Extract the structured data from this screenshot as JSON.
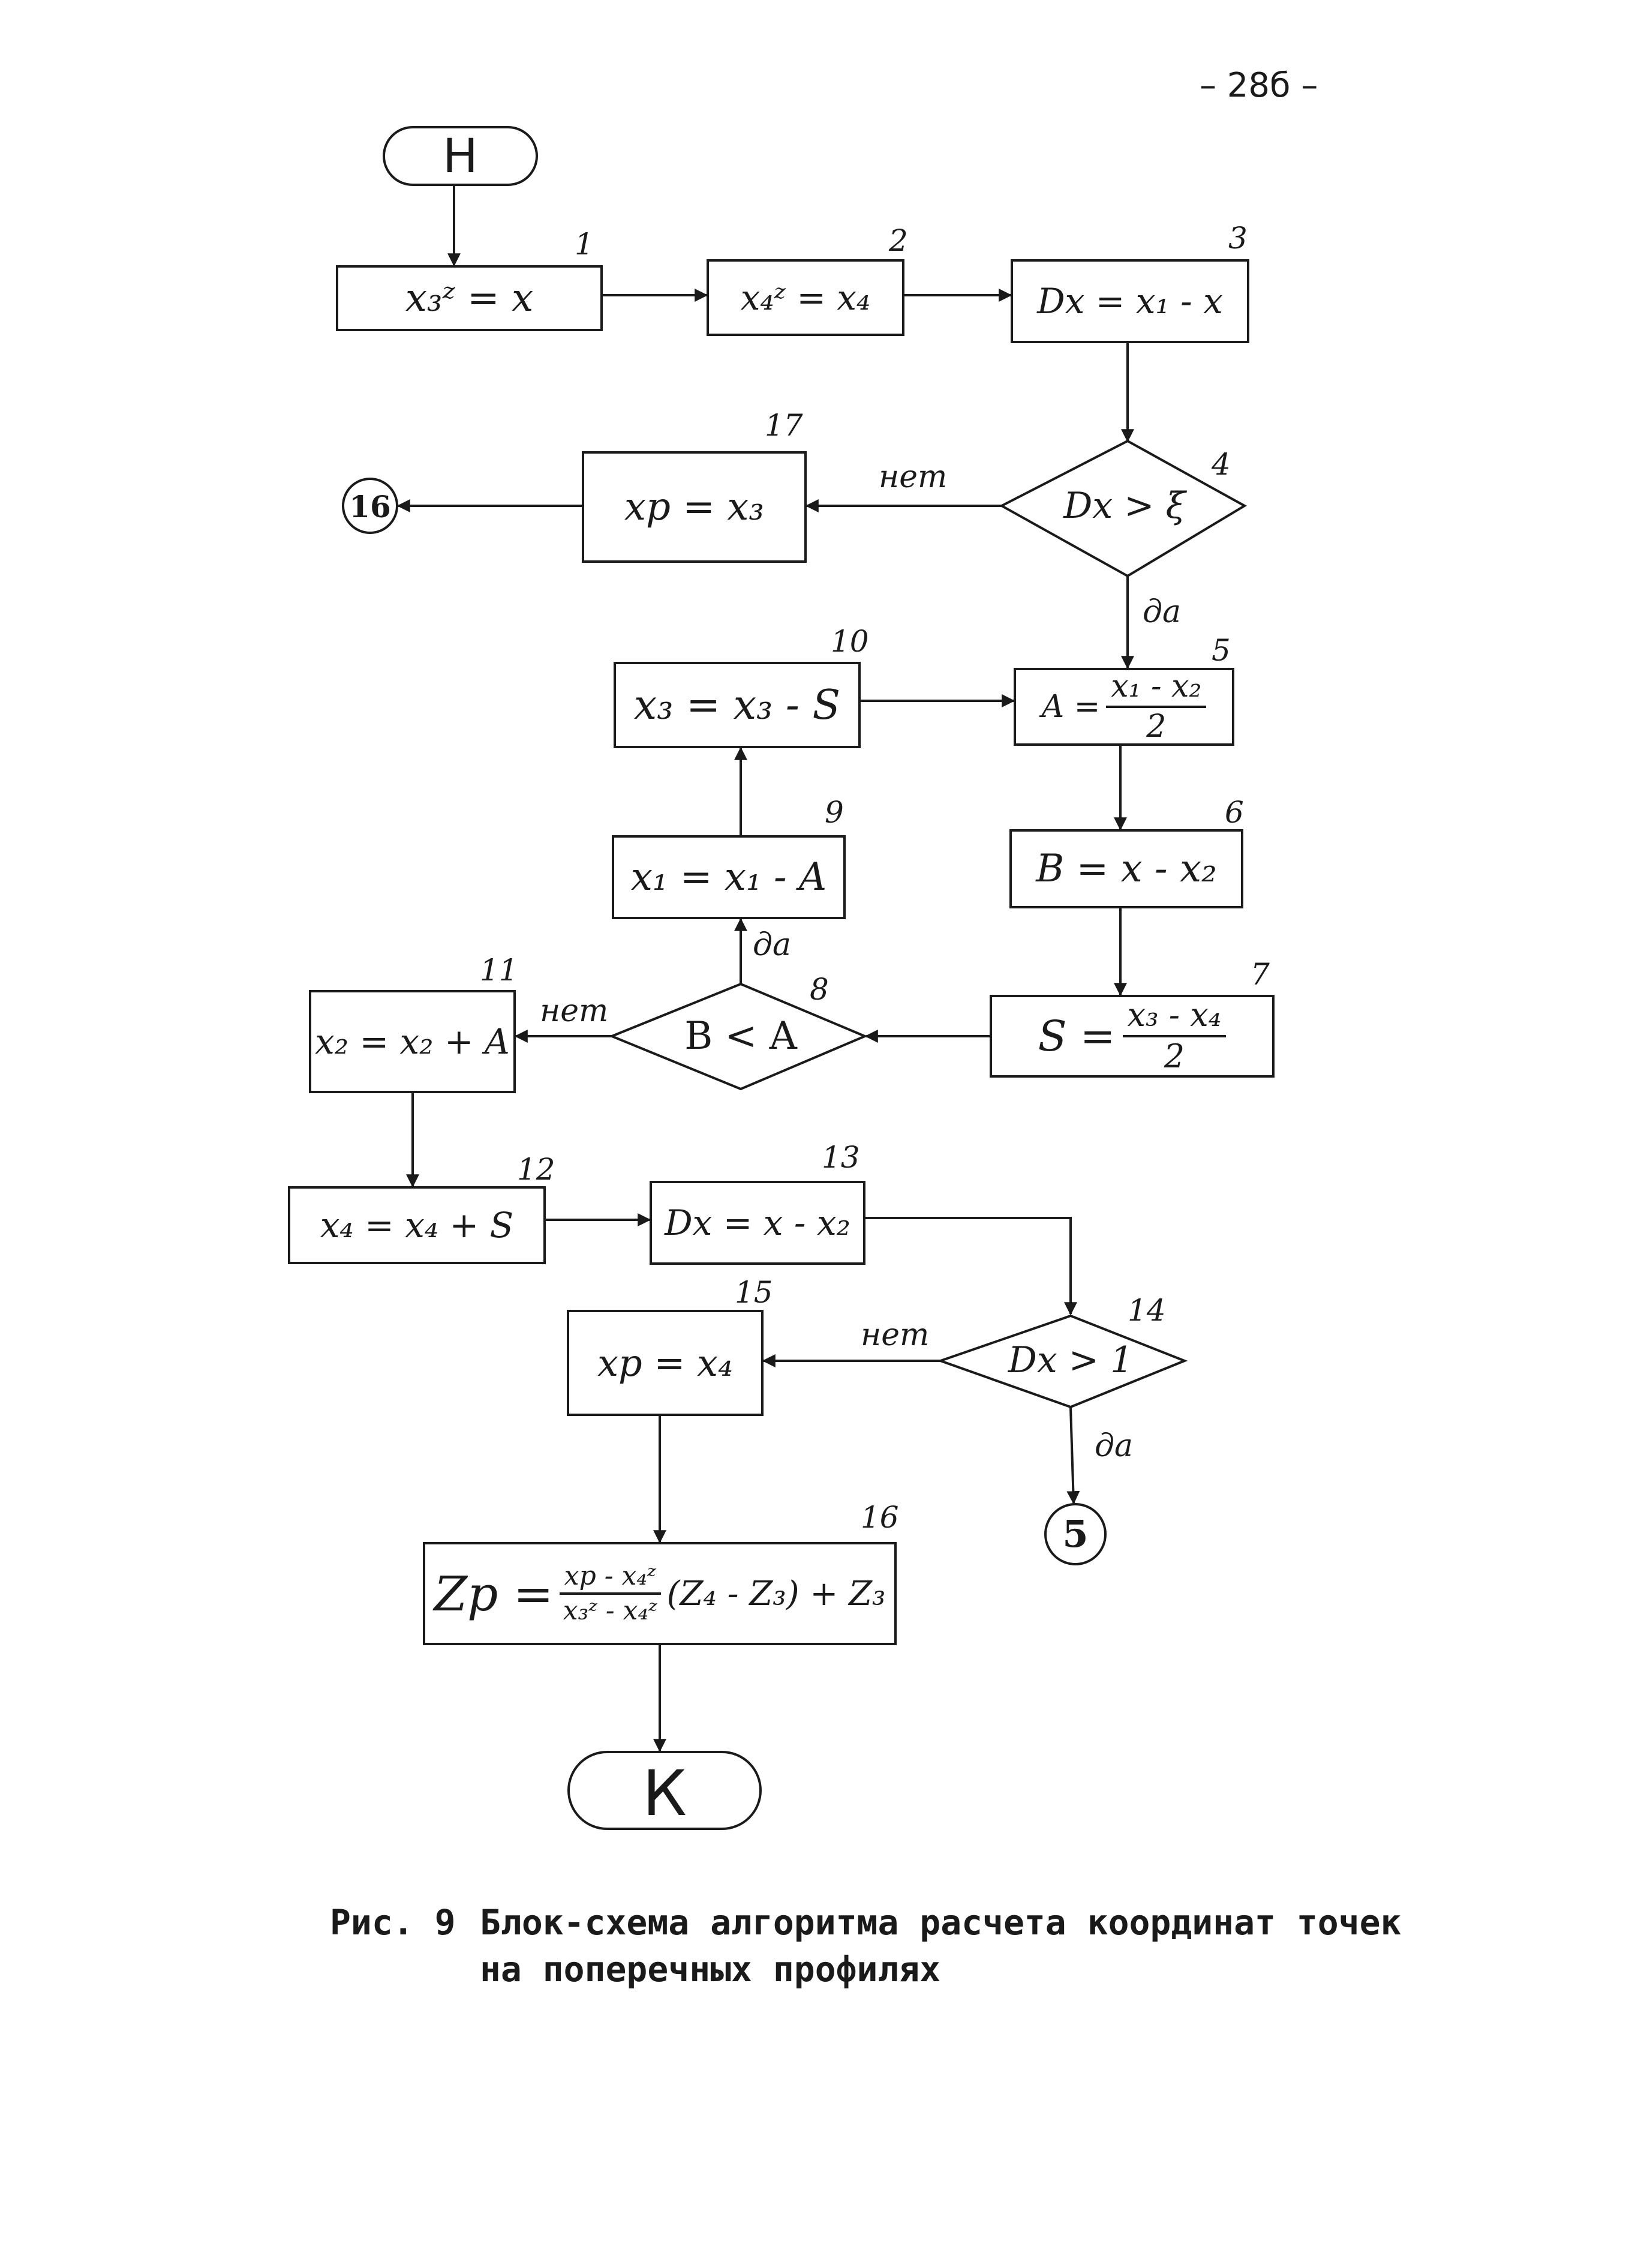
{
  "page_number": "– 28б –",
  "terminals": {
    "start": "Н",
    "end": "К"
  },
  "blocks": {
    "b1": {
      "number": "1",
      "formula": "x₃ᶻ = x"
    },
    "b2": {
      "number": "2",
      "formula": "x₄ᶻ = x₄"
    },
    "b3": {
      "number": "3",
      "formula": "Dx = x₁ - x"
    },
    "b4": {
      "number": "4",
      "formula": "Dx > ξ"
    },
    "b5": {
      "number": "5",
      "lhs": "A =",
      "numerator": "x₁ - x₂",
      "denominator": "2"
    },
    "b6": {
      "number": "6",
      "formula": "B = x - x₂"
    },
    "b7": {
      "number": "7",
      "lhs": "S =",
      "numerator": "x₃ - x₄",
      "denominator": "2"
    },
    "b8": {
      "number": "8",
      "formula": "B < A"
    },
    "b9": {
      "number": "9",
      "formula": "x₁ = x₁ - A"
    },
    "b10": {
      "number": "10",
      "formula": "x₃ = x₃ - S"
    },
    "b11": {
      "number": "11",
      "formula": "x₂ = x₂ + A"
    },
    "b12": {
      "number": "12",
      "formula": "x₄ = x₄ + S"
    },
    "b13": {
      "number": "13",
      "formula": "Dx = x - x₂"
    },
    "b14": {
      "number": "14",
      "formula": "Dx > 1"
    },
    "b15": {
      "number": "15",
      "formula": "xp = x₄"
    },
    "b16": {
      "number": "16",
      "lhs": "Zp =",
      "numerator": "xp - x₄ᶻ",
      "denominator": "x₃ᶻ - x₄ᶻ",
      "rhs": "(Z₄ - Z₃) + Z₃"
    },
    "b17": {
      "number": "17",
      "formula": "xp = x₃"
    }
  },
  "connectors": {
    "c16": "16",
    "c5": "5"
  },
  "labels": {
    "yes": "да",
    "no": "нет"
  },
  "caption": {
    "prefix": "Рис. 9",
    "line1": "Блок-схема алгоритма расчета координат точек",
    "line2": "на поперечных профилях"
  }
}
